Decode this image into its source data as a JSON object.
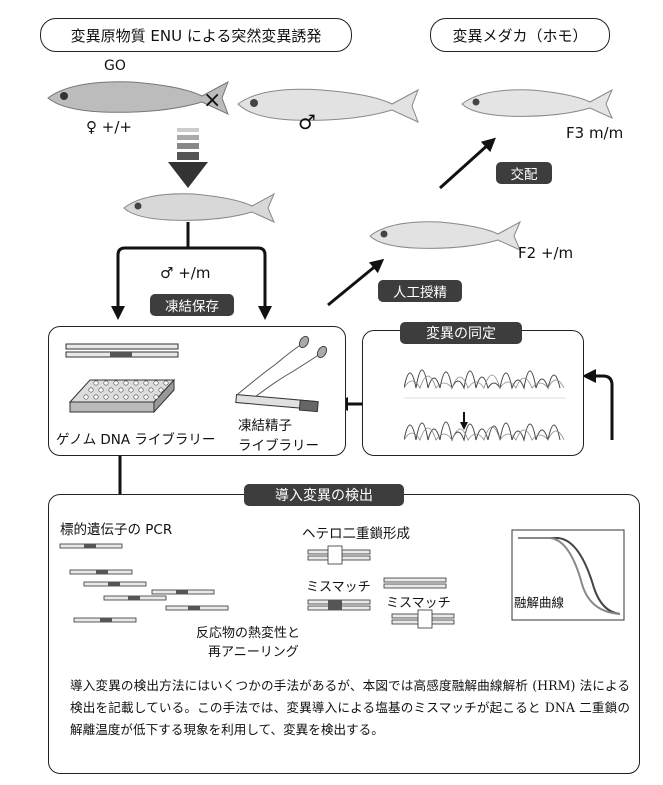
{
  "header": {
    "left_title": "変異原物質 ENU による突然変異誘発",
    "right_title": "変異メダカ（ホモ）"
  },
  "fish_labels": {
    "go": "GO",
    "female": "♀ +/+",
    "cross": "×",
    "male": "♂",
    "male_het": "♂ +/m",
    "f2": "F2 +/m",
    "f3": "F3 m/m"
  },
  "tags": {
    "freeze": "凍結保存",
    "insemination": "人工授精",
    "mating": "交配",
    "identification": "変異の同定",
    "detection": "導入変異の検出"
  },
  "library": {
    "genome_dna": "ゲノム DNA ライブラリー",
    "sperm_line1": "凍結精子",
    "sperm_line2": "ライブラリー"
  },
  "detection": {
    "pcr": "標的遺伝子の PCR",
    "hetero": "ヘテロ二重鎖形成",
    "mismatch1": "ミスマッチ",
    "mismatch2": "ミスマッチ",
    "denature_line1": "反応物の熱変性と",
    "denature_line2": "再アニーリング",
    "melt_curve": "融解曲線"
  },
  "description": "導入変異の検出方法にはいくつかの手法があるが、本図では高感度融解曲線解析 (HRM) 法による検出を記載している。この手法では、変異導入による塩基のミスマッチが起こると DNA 二重鎖の解離温度が低下する現象を利用して、変異を検出する。",
  "colors": {
    "tag_bg": "#3d3d3d",
    "mutant_band": "#555555",
    "strand_fill": "#e8e8e8"
  }
}
